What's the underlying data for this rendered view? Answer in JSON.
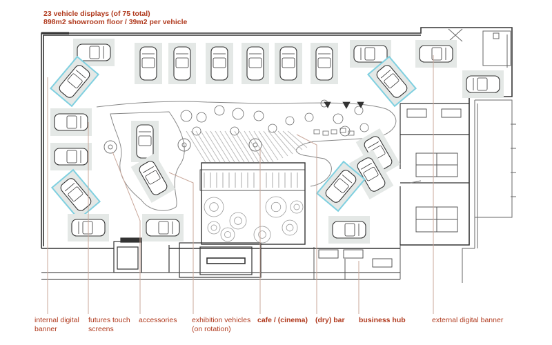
{
  "header": {
    "line1": "23 vehicle displays (of 75 total)",
    "line2": "898m2 showroom floor / 39m2 per vehicle"
  },
  "labels": [
    {
      "id": "internal-digital-banner",
      "line1": "internal digital",
      "line2": "banner",
      "bold": false
    },
    {
      "id": "futures-touch-screens",
      "line1": "futures touch",
      "line2": "screens",
      "bold": false
    },
    {
      "id": "accessories",
      "line1": "accessories",
      "line2": "",
      "bold": false
    },
    {
      "id": "exhibition-vehicles",
      "line1": "exhibition vehicles",
      "line2": "(on rotation)",
      "bold": false
    },
    {
      "id": "cafe-cinema",
      "line1": "cafe / (cinema)",
      "line2": "",
      "bold": true
    },
    {
      "id": "dry-bar",
      "line1": "(dry) bar",
      "line2": "",
      "bold": true
    },
    {
      "id": "business-hub",
      "line1": "business hub",
      "line2": "",
      "bold": true
    },
    {
      "id": "external-digital-banner",
      "line1": "external digital banner",
      "line2": "",
      "bold": false
    }
  ],
  "colors": {
    "accent": "#b03a1e",
    "leader": "#c9a79a",
    "wall": "#333333",
    "thin": "#7a7a7a",
    "highlight": "#7fd0e0",
    "pad": "#e4e8e6"
  }
}
